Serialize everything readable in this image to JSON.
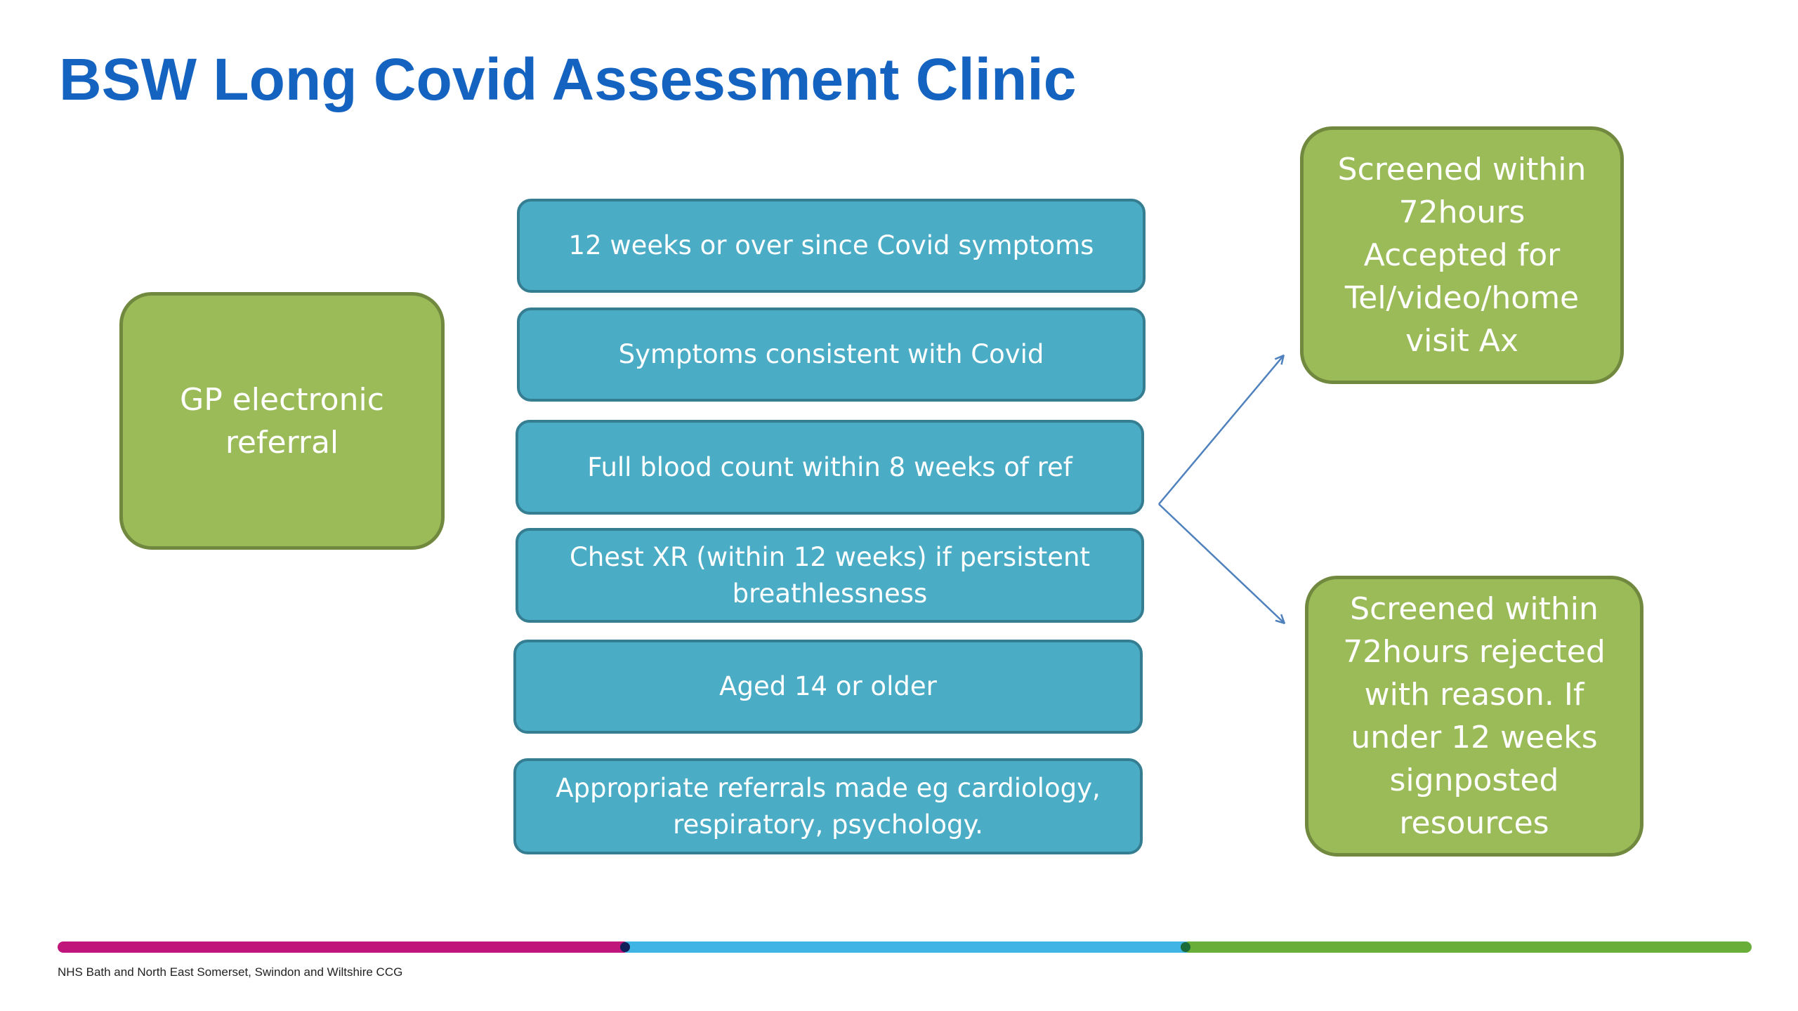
{
  "title": "BSW Long Covid Assessment Clinic",
  "start_box": "GP electronic\nreferral",
  "criteria": [
    "12 weeks or over since Covid symptoms",
    "Symptoms consistent with Covid",
    "Full blood count within 8 weeks of ref",
    "Chest XR (within 12 weeks) if persistent\nbreathlessness",
    "Aged 14 or older",
    "Appropriate referrals made eg cardiology,\nrespiratory, psychology."
  ],
  "outcomes": {
    "accepted": "Screened within\n72hours\nAccepted for\nTel/video/home\nvisit Ax",
    "rejected": "Screened within\n72hours rejected\nwith reason. If\nunder 12 weeks\nsignposted\nresources"
  },
  "footer": "NHS Bath and North East Somerset, Swindon and Wiltshire CCG",
  "colors": {
    "title": "#1563c0",
    "green_box": "#9bbb59",
    "blue_box": "#4bacc6",
    "arrow": "#4f81bd",
    "bar_magenta": "#c0157a",
    "bar_cyan": "#40b4e5",
    "bar_green": "#6aae3a"
  }
}
